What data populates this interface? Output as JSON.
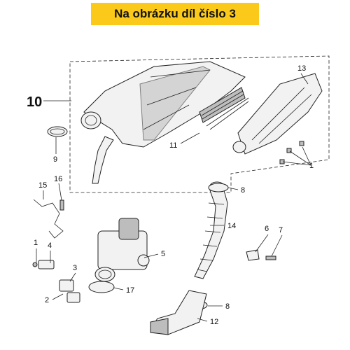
{
  "header": {
    "title": "Na obrázku díl číslo 3",
    "accent_color": "#fbc91a"
  },
  "callouts": {
    "n10": "10",
    "n13": "13",
    "n11": "11",
    "n1a": "1",
    "n9": "9",
    "n8a": "8",
    "n15": "15",
    "n16": "16",
    "n14": "14",
    "n6": "6",
    "n7": "7",
    "n5": "5",
    "n1b": "1",
    "n4": "4",
    "n3": "3",
    "n17": "17",
    "n2": "2",
    "n8b": "8",
    "n12": "12"
  }
}
